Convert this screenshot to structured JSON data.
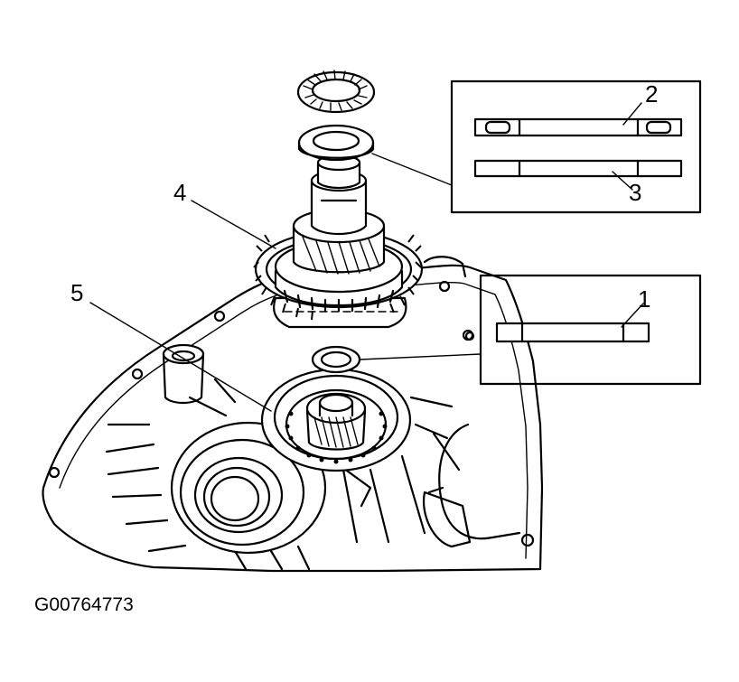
{
  "callouts": {
    "c1": "1",
    "c2": "2",
    "c3": "3",
    "c4": "4",
    "c5": "5"
  },
  "figure_code": "G00764773"
}
